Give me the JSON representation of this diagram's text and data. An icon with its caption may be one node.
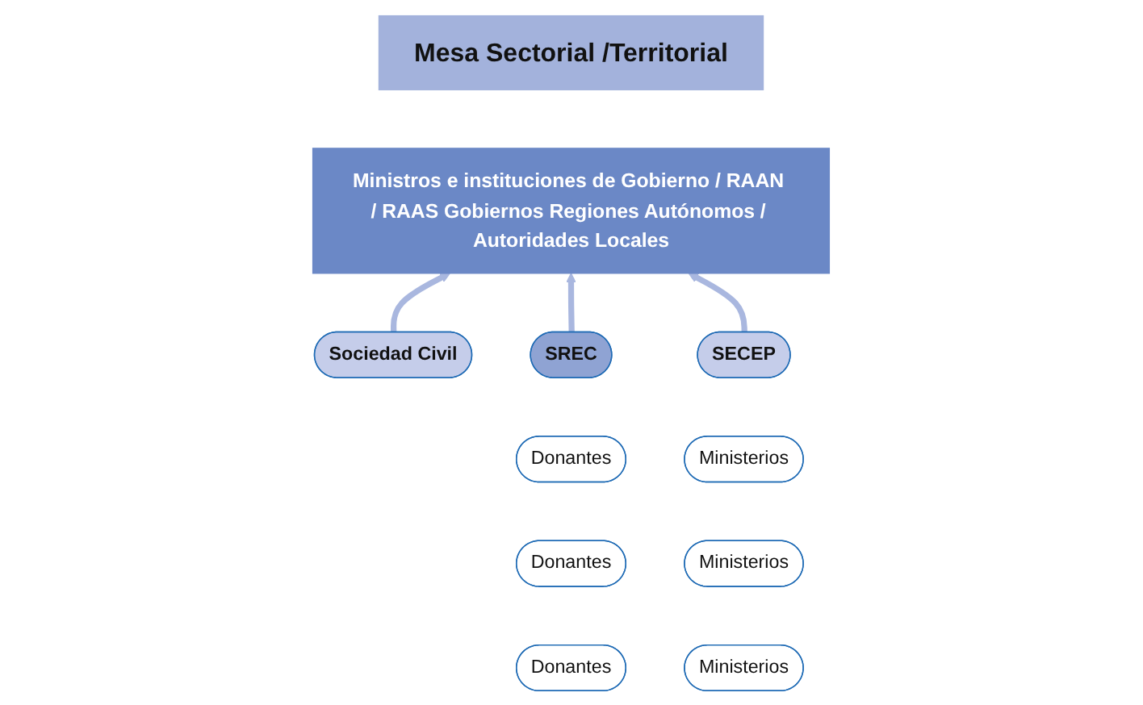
{
  "diagram": {
    "nodes": [
      {
        "text": [
          "Mesa Sectorial /Territorial"
        ]
      },
      {
        "text": [
          "Ministros e instituciones de Gobierno / RAAN / RAAS Gobiernos Regiones Autónomos / Autoridades Locales"
        ]
      },
      {
        "text": [
          "Sociedad Civil"
        ]
      },
      {
        "text": [
          "SREC"
        ]
      },
      {
        "text": [
          "Donantes"
        ]
      },
      {
        "text": [
          "Donantes"
        ]
      },
      {
        "text": [
          "Donantes"
        ]
      },
      {
        "text": [
          "SECEP"
        ]
      },
      {
        "text": [
          "Ministerios"
        ]
      },
      {
        "text": [
          "Ministerios"
        ]
      },
      {
        "text": [
          "Ministerios"
        ]
      }
    ],
    "edges": [
      {
        "from": 2,
        "to": 1,
        "arrow": "to"
      },
      {
        "from": 3,
        "to": 1,
        "arrow": "to"
      },
      {
        "from": 7,
        "to": 1,
        "arrow": "to"
      }
    ]
  }
}
